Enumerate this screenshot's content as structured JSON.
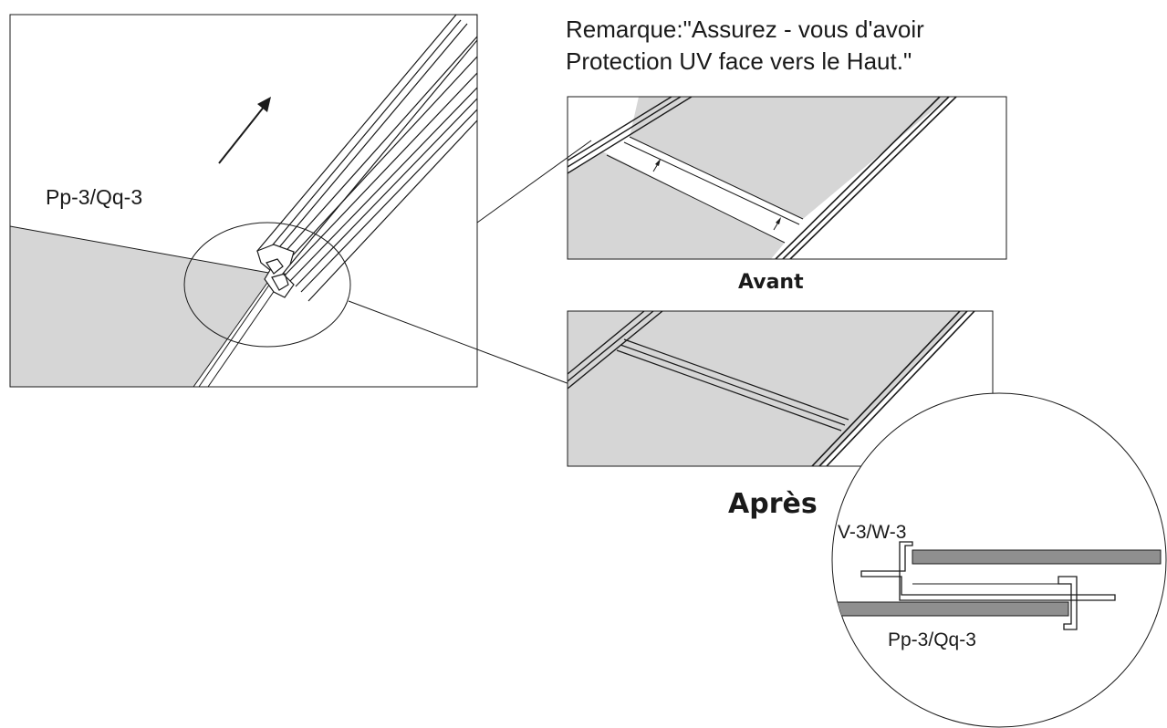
{
  "note": {
    "line1": "Remarque:\"Assurez - vous d'avoir",
    "line2": "Protection UV face vers le Haut.\""
  },
  "main_panel": {
    "part_label": "Pp-3/Qq-3"
  },
  "before_panel": {
    "caption": "Avant"
  },
  "after_panel": {
    "caption": "Après"
  },
  "detail_circle": {
    "top_label": "V-3/W-3",
    "bottom_label": "Pp-3/Qq-3"
  },
  "colors": {
    "panel_fill": "#d6d6d6",
    "line": "#1a1a1a",
    "profile": "#333333"
  }
}
